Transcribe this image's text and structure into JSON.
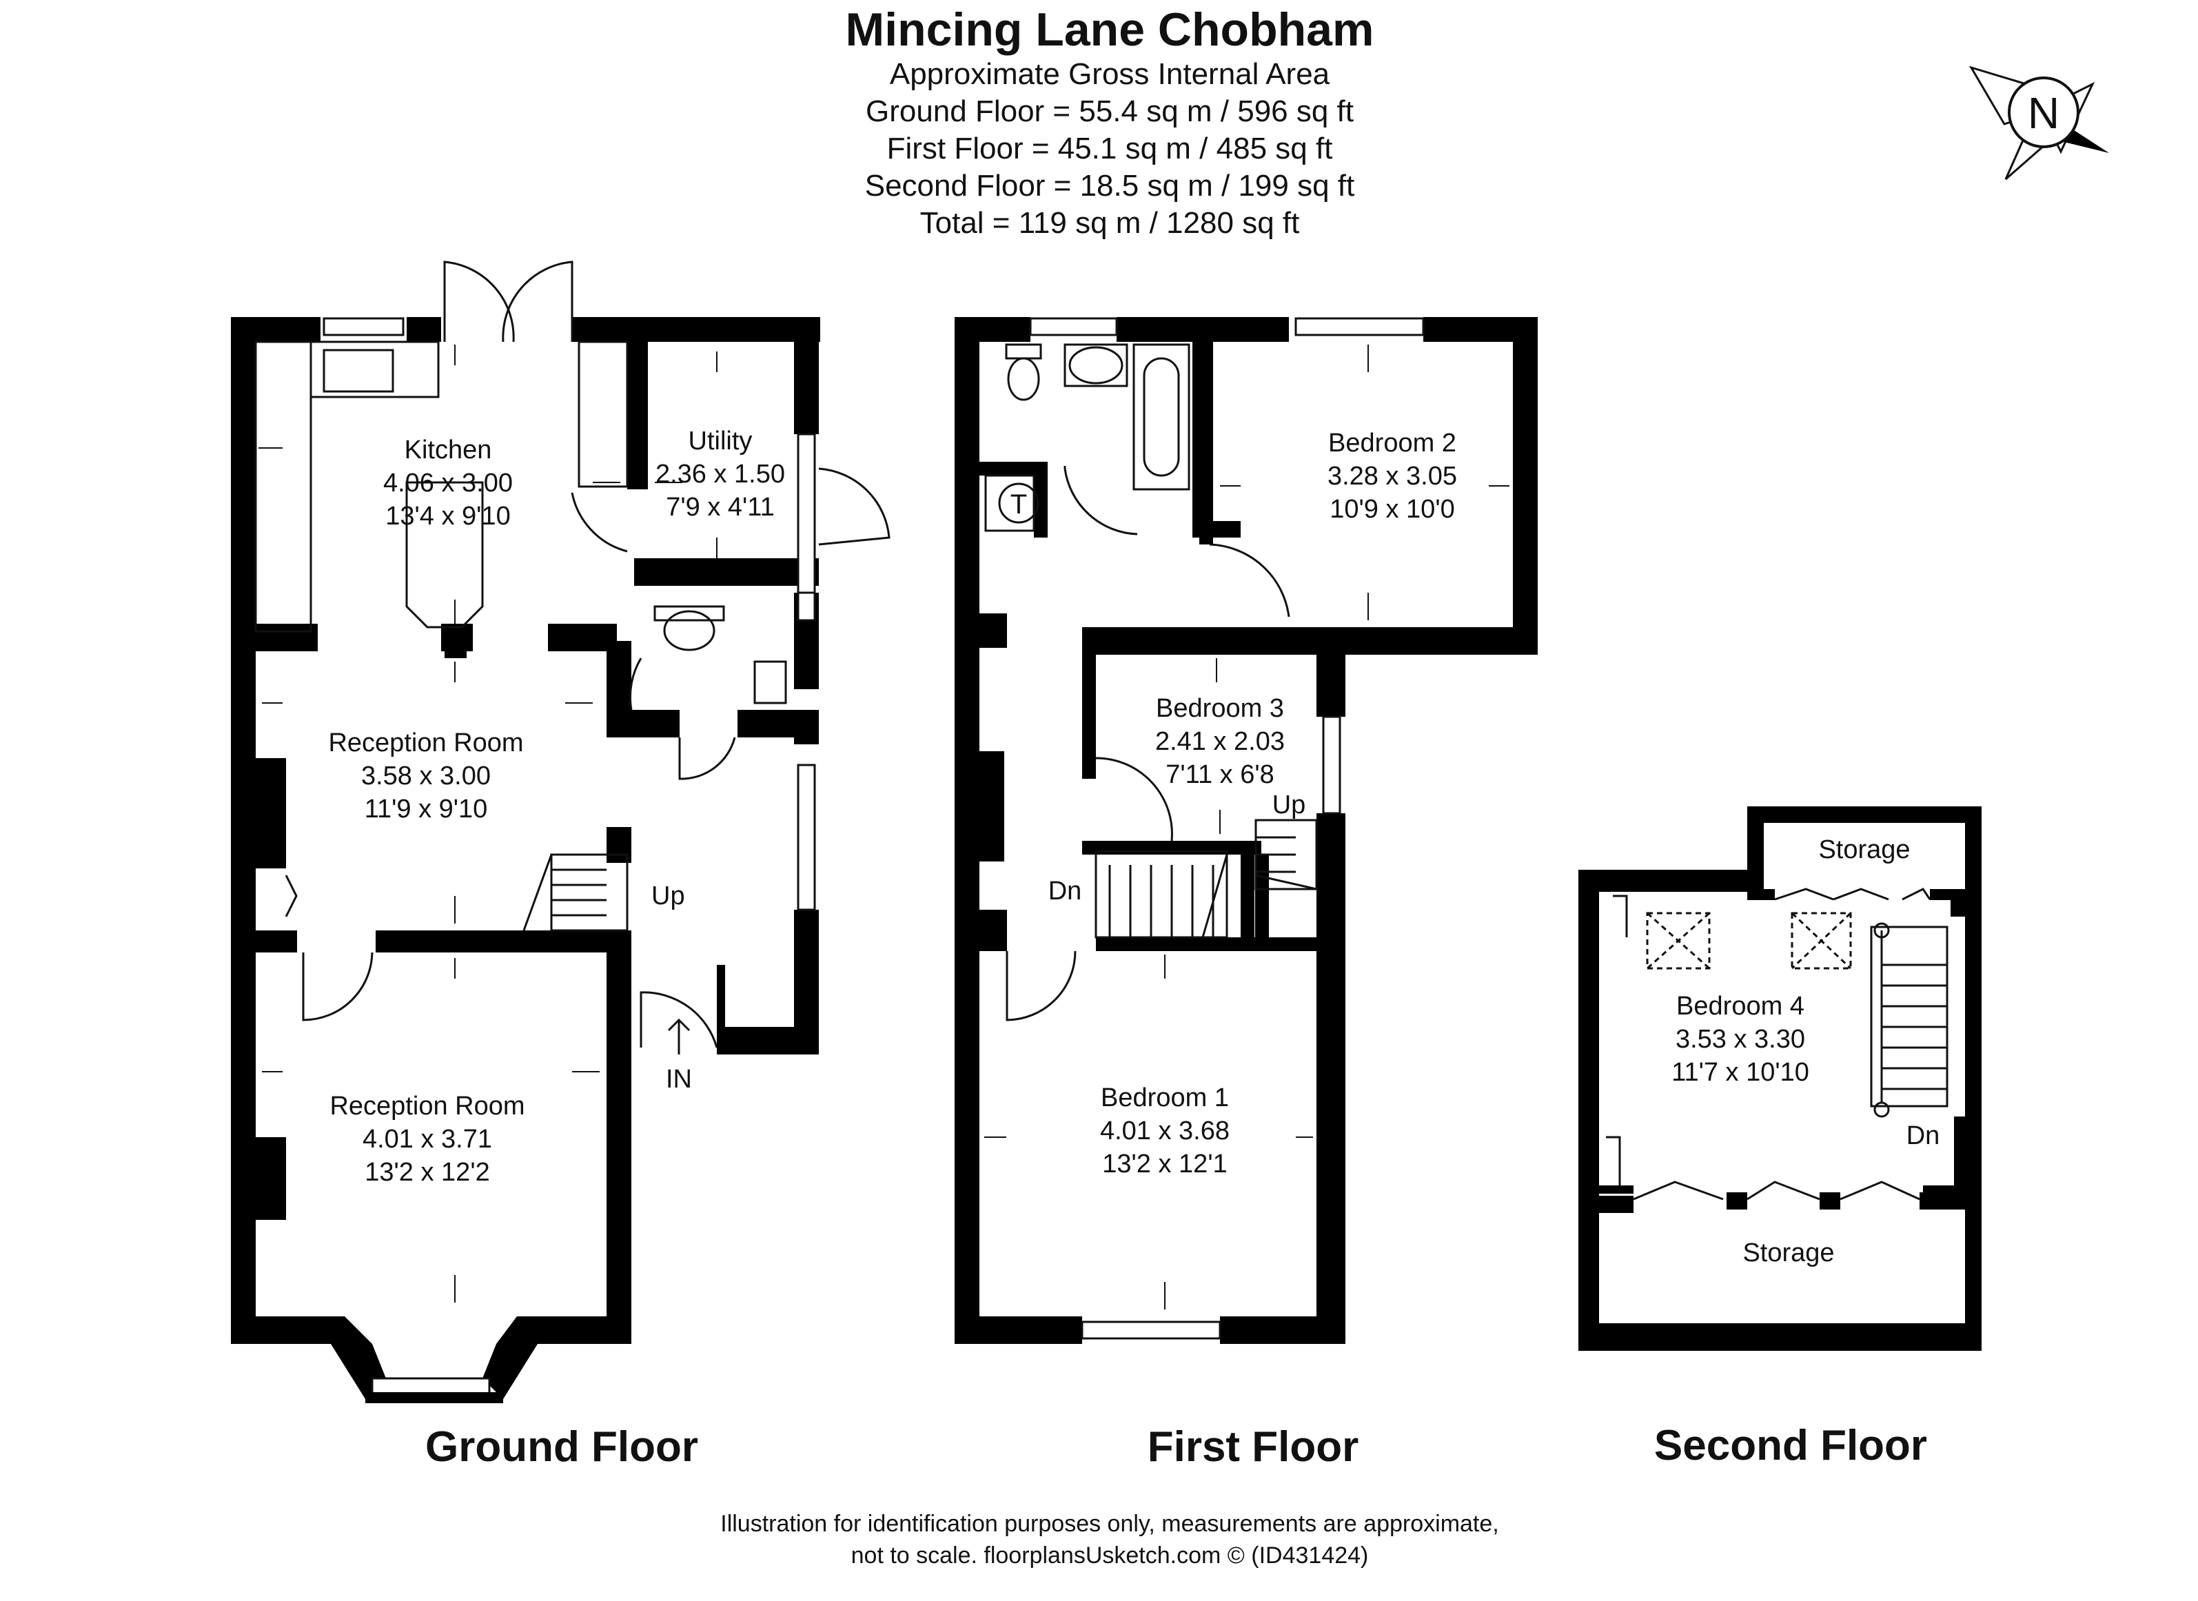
{
  "header": {
    "title": "Mincing Lane Chobham",
    "lines": [
      "Approximate Gross Internal Area",
      "Ground Floor = 55.4 sq m / 596 sq ft",
      "First Floor = 45.1 sq m / 485 sq ft",
      "Second Floor = 18.5 sq m / 199 sq ft",
      "Total = 119 sq m / 1280 sq ft"
    ]
  },
  "compass": {
    "label": "N",
    "icon": "north-compass-icon"
  },
  "floors": {
    "ground": {
      "label": "Ground Floor",
      "rooms": {
        "kitchen": {
          "name": "Kitchen",
          "metric": "4.06 x 3.00",
          "imperial": "13'4 x 9'10"
        },
        "utility": {
          "name": "Utility",
          "metric": "2.36 x 1.50",
          "imperial": "7'9 x 4'11"
        },
        "reception1": {
          "name": "Reception Room",
          "metric": "3.58 x 3.00",
          "imperial": "11'9 x 9'10"
        },
        "reception2": {
          "name": "Reception Room",
          "metric": "4.01 x 3.71",
          "imperial": "13'2 x 12'2"
        }
      },
      "stairs_label": "Up",
      "entrance_label": "IN"
    },
    "first": {
      "label": "First Floor",
      "rooms": {
        "bedroom2": {
          "name": "Bedroom 2",
          "metric": "3.28 x 3.05",
          "imperial": "10'9 x 10'0"
        },
        "bedroom3": {
          "name": "Bedroom 3",
          "metric": "2.41 x 2.03",
          "imperial": "7'11 x 6'8"
        },
        "bedroom1": {
          "name": "Bedroom 1",
          "metric": "4.01 x 3.68",
          "imperial": "13'2 x 12'1"
        }
      },
      "tank_label": "T",
      "stairs_up_label": "Up",
      "stairs_down_label": "Dn"
    },
    "second": {
      "label": "Second Floor",
      "rooms": {
        "storage_top": {
          "name": "Storage"
        },
        "bedroom4": {
          "name": "Bedroom 4",
          "metric": "3.53 x 3.30",
          "imperial": "11'7 x 10'10"
        },
        "storage_bottom": {
          "name": "Storage"
        }
      },
      "stairs_down_label": "Dn"
    }
  },
  "footer": {
    "line1": "Illustration for identification purposes only, measurements are approximate,",
    "line2": "not to scale. floorplansUsketch.com © (ID431424)"
  }
}
